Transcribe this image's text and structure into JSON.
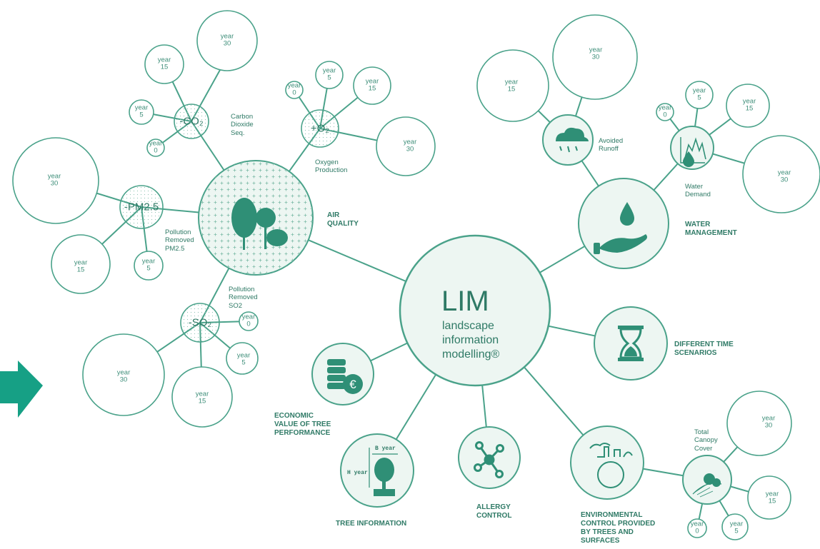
{
  "center": {
    "title": "LIM",
    "subtitle": "landscape\ninformation\nmodelling®"
  },
  "year": {
    "y0": "year\n0",
    "y5": "year\n5",
    "y15": "year\n15",
    "y30": "year\n30"
  },
  "chem": {
    "co2": "-CO₂",
    "o2": "+O₂",
    "pm": "-PM2.5",
    "so2": "-SO₂"
  },
  "labels": {
    "air": "AIR\nQUALITY",
    "water": "WATER\nMANAGEMENT",
    "time": "DIFFERENT TIME\nSCENARIOS",
    "econ": "ECONOMIC\nVALUE OF TREE\nPERFORMANCE",
    "tree": "TREE INFORMATION",
    "allergy": "ALLERGY\nCONTROL",
    "env": "ENVIRONMENTAL\nCONTROL PROVIDED\nBY TREES AND\nSURFACES",
    "co2": "Carbon\nDioxide\nSeq.",
    "o2": "Oxygen\nProduction",
    "pm": "Pollution\nRemoved\nPM2.5",
    "so2": "Pollution\nRemoved\nSO2",
    "runoff": "Avoided\nRunoff",
    "demand": "Water\nDemand",
    "canopy": "Total\nCanopy\nCover"
  },
  "tree_icon": {
    "b_year": "B year",
    "h_year": "H year"
  },
  "colors": {
    "primary": "#2f8f76",
    "fill": "#edf6f2",
    "stroke": "#4aa28a",
    "arrow": "#16a085"
  },
  "icons": [
    "tree-icon",
    "water-drop-hand-icon",
    "hourglass-icon",
    "coins-euro-icon",
    "tree-growth-icon",
    "molecule-icon",
    "environment-icon",
    "rain-cloud-icon",
    "water-demand-icon",
    "canopy-icon"
  ]
}
